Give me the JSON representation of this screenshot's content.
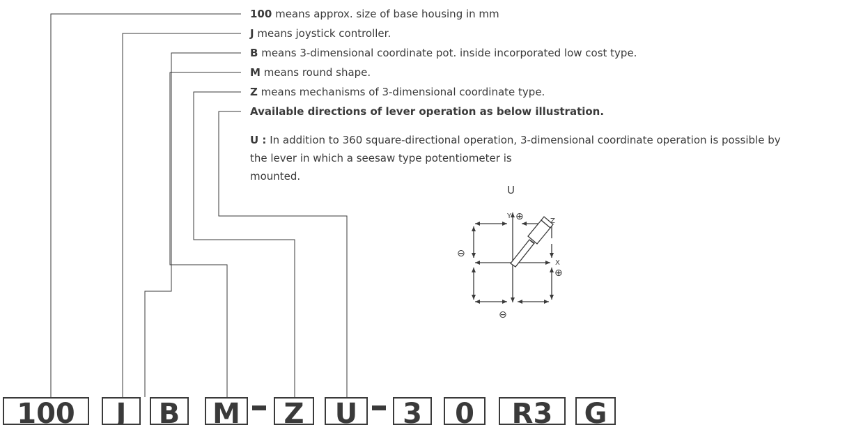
{
  "descriptions": [
    {
      "key": "100",
      "text": " means approx. size of base housing in mm"
    },
    {
      "key": "J",
      "text": " means joystick controller."
    },
    {
      "key": "B",
      "text": " means 3-dimensional coordinate pot. inside incorporated low cost type."
    },
    {
      "key": "M",
      "text": " means round shape."
    },
    {
      "key": "Z",
      "text": " means mechanisms of 3-dimensional coordinate type."
    }
  ],
  "directions_heading": "Available directions of lever operation as below illustration.",
  "u_description": {
    "key": "U :",
    "lines": [
      "In addition to 360 square-directional operation, 3-dimensional coordinate operation is possible by",
      "the lever in which a seesaw type potentiometer is",
      "mounted."
    ]
  },
  "figure": {
    "title": "U",
    "labels": {
      "y": "Y",
      "x": "X",
      "z": "Z",
      "plus": "⊕",
      "minus": "⊖"
    }
  },
  "code_boxes": [
    "100",
    "J",
    "B",
    "M",
    "Z",
    "U",
    "3",
    "0",
    "R3",
    "G"
  ],
  "colors": {
    "ink": "#3a3a3a",
    "background": "#ffffff"
  }
}
